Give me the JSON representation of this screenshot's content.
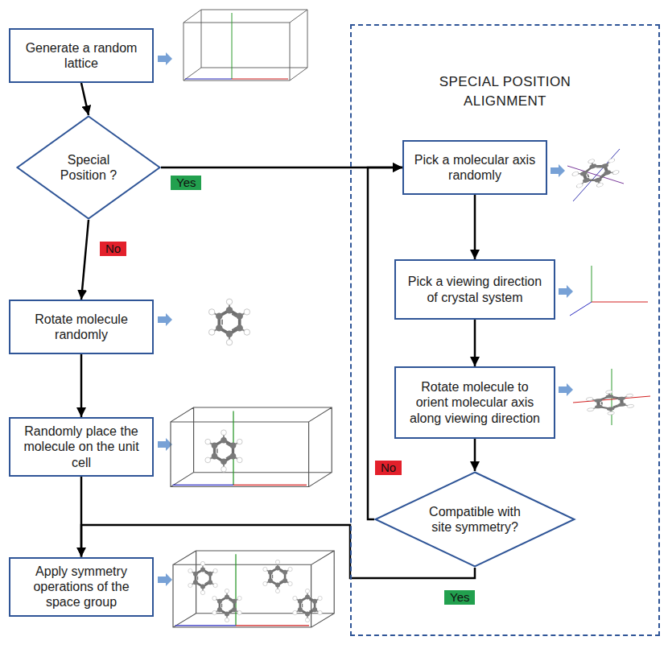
{
  "diagram": {
    "nodes": [
      {
        "text": [
          "Generate a random lattice"
        ]
      },
      {
        "text": [
          "Special Position ?"
        ]
      },
      {
        "text": [
          "Rotate molecule randomly"
        ]
      },
      {
        "text": [
          "Randomly place the molecule on the unit cell"
        ]
      },
      {
        "text": [
          "Apply symmetry operations of the space group"
        ]
      },
      {
        "text": [
          "SPECIAL POSITION ALIGNMENT"
        ]
      },
      {
        "text": [
          "Pick a molecular axis randomly"
        ],
        "in": 5
      },
      {
        "text": [
          "Pick a viewing direction of crystal system"
        ],
        "in": 5
      },
      {
        "text": [
          "Rotate molecule to orient molecular axis along viewing direction"
        ],
        "in": 5
      },
      {
        "text": [
          "Compatible with site symmetry?"
        ],
        "in": 5
      }
    ],
    "edges": [
      {
        "from": 0,
        "to": 1,
        "arrow": "to"
      },
      {
        "from": 1,
        "to": 6,
        "label": "Yes",
        "arrow": "to"
      },
      {
        "from": 1,
        "to": 2,
        "label": "No",
        "arrow": "to"
      },
      {
        "from": 2,
        "to": 3,
        "arrow": "to"
      },
      {
        "from": 3,
        "to": 4,
        "arrow": "to"
      },
      {
        "from": 6,
        "to": 7,
        "arrow": "to"
      },
      {
        "from": 7,
        "to": 8,
        "arrow": "to"
      },
      {
        "from": 8,
        "to": 9,
        "arrow": "to"
      },
      {
        "from": 9,
        "to": 6,
        "label": "No",
        "arrow": "to"
      },
      {
        "from": 9,
        "to": 4,
        "label": "Yes",
        "arrow": "to"
      }
    ]
  }
}
